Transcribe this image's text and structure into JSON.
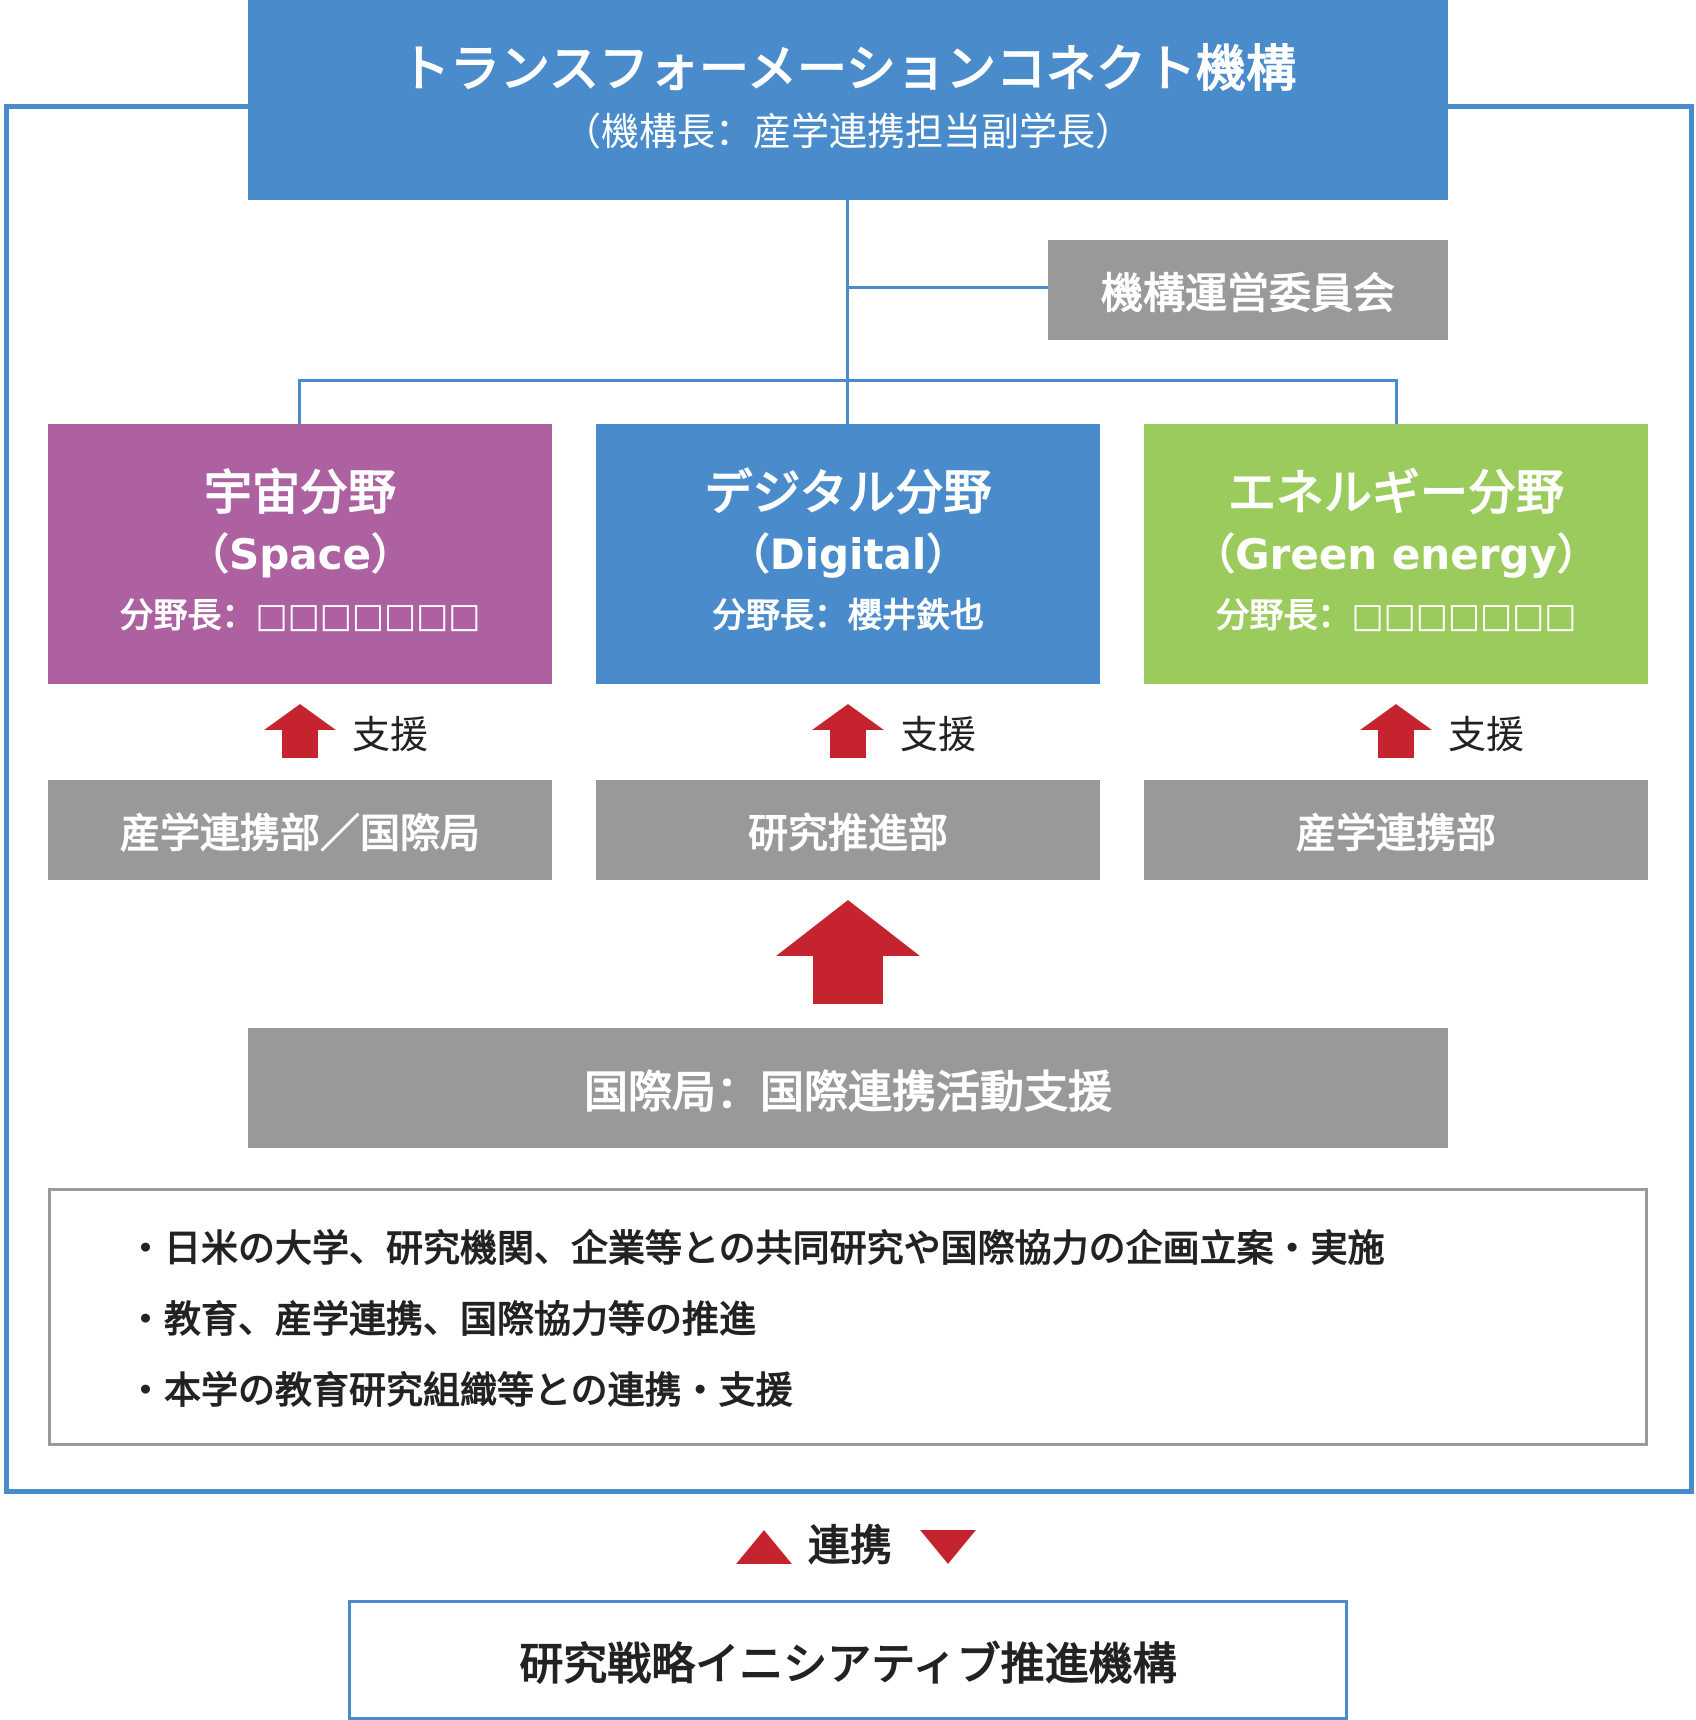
{
  "colors": {
    "blue": "#4a8ccb",
    "purple": "#ae61a1",
    "green": "#9acb5c",
    "gray": "#999999",
    "arrow_red": "#c5242f"
  },
  "header": {
    "title": "トランスフォーメーションコネクト機構",
    "subtitle": "（機構長：産学連携担当副学長）"
  },
  "committee": "機構運営委員会",
  "fields": [
    {
      "name": "宇宙分野",
      "english": "（Space）",
      "head": "分野長：□□□□□□□"
    },
    {
      "name": "デジタル分野",
      "english": "（Digital）",
      "head": "分野長：櫻井鉄也"
    },
    {
      "name": "エネルギー分野",
      "english": "（Green energy）",
      "head": "分野長：□□□□□□□"
    }
  ],
  "support_label": "支援",
  "departments": [
    "産学連携部／国際局",
    "研究推進部",
    "産学連携部"
  ],
  "international": "国際局：国際連携活動支援",
  "bullets": [
    "・日米の大学、研究機関、企業等との共同研究や国際協力の企画立案・実施",
    "・教育、産学連携、国際協力等の推進",
    "・本学の教育研究組織等との連携・支援"
  ],
  "link_label": "連携",
  "bottom_org": "研究戦略イニシアティブ推進機構"
}
